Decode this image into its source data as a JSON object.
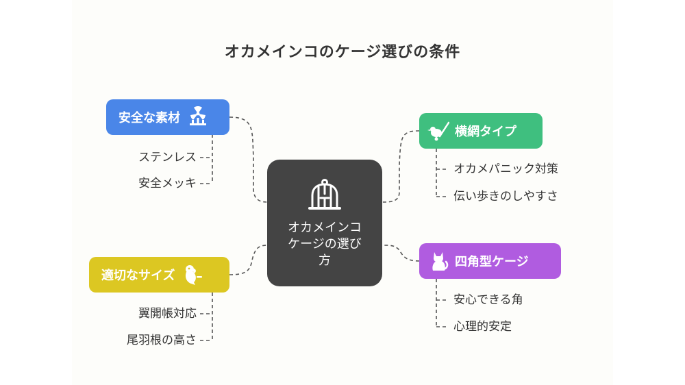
{
  "title": "オカメインコのケージ選びの条件",
  "center": {
    "label": "オカメインコケージの選び方",
    "icon": "birdcage-icon"
  },
  "branches": [
    {
      "label": "安全な素材",
      "icon": "radiation-hazard-icon",
      "color": "#4a86e8",
      "items": [
        "ステンレス",
        "安全メッキ"
      ]
    },
    {
      "label": "横網タイプ",
      "icon": "bird-perch-icon",
      "color": "#3fbf7f",
      "items": [
        "オカメパニック対策",
        "伝い歩きのしやすさ"
      ]
    },
    {
      "label": "適切なサイズ",
      "icon": "parrot-icon",
      "color": "#dcc722",
      "items": [
        "翼開帳対応",
        "尾羽根の高さ"
      ]
    },
    {
      "label": "四角型ケージ",
      "icon": "cat-icon",
      "color": "#b05ce0",
      "items": [
        "安心できる角",
        "心理的安定"
      ]
    }
  ]
}
